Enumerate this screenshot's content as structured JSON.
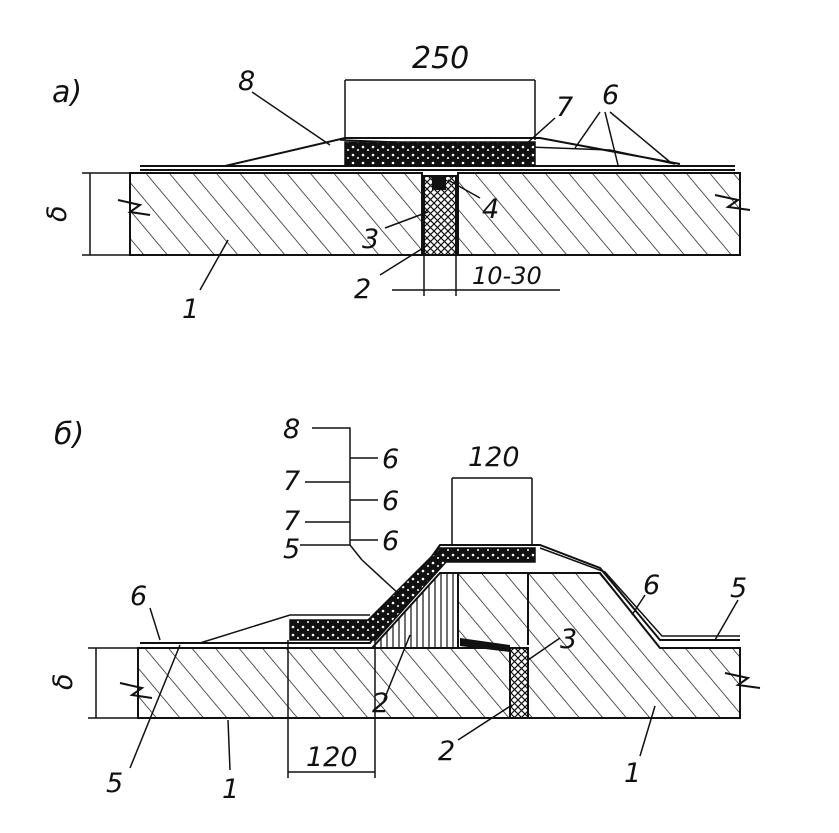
{
  "figure_a": {
    "tag": "а)",
    "dimensions": {
      "width_top": "250",
      "gap": "10-30"
    },
    "thickness": "δ",
    "callouts": {
      "c1": "1",
      "c2": "2",
      "c3": "3",
      "c4": "4",
      "c6": "6",
      "c7": "7",
      "c8": "8"
    }
  },
  "figure_b": {
    "tag": "б)",
    "dimensions": {
      "width_top": "120",
      "width_bottom": "120"
    },
    "thickness": "δ",
    "layer_stack": [
      {
        "left": "8",
        "right": "6"
      },
      {
        "left": "7",
        "right": "6"
      },
      {
        "left": "7",
        "right": "6"
      },
      {
        "left": "5",
        "right": ""
      }
    ],
    "callouts": {
      "c1a": "1",
      "c1b": "1",
      "c2a": "2",
      "c2b": "2",
      "c3": "3",
      "c5a": "5",
      "c5b": "5",
      "c6a": "6",
      "c6b": "6"
    }
  },
  "colors": {
    "ink": "#111111",
    "paper": "#ffffff"
  }
}
